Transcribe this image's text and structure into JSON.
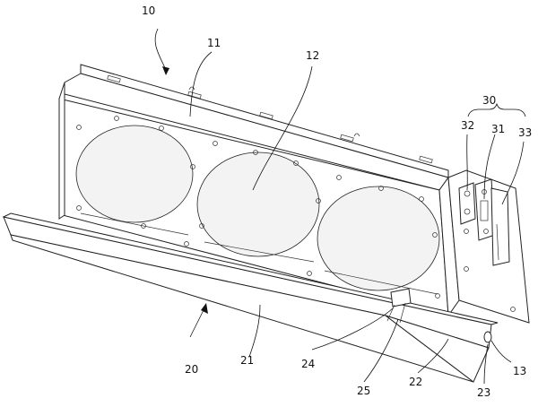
{
  "labels": {
    "l10": "10",
    "l11": "11",
    "l12": "12",
    "l13": "13",
    "l20": "20",
    "l21": "21",
    "l22": "22",
    "l23": "23",
    "l24": "24",
    "l25": "25",
    "l30": "30",
    "l31": "31",
    "l32": "32",
    "l33": "33"
  }
}
